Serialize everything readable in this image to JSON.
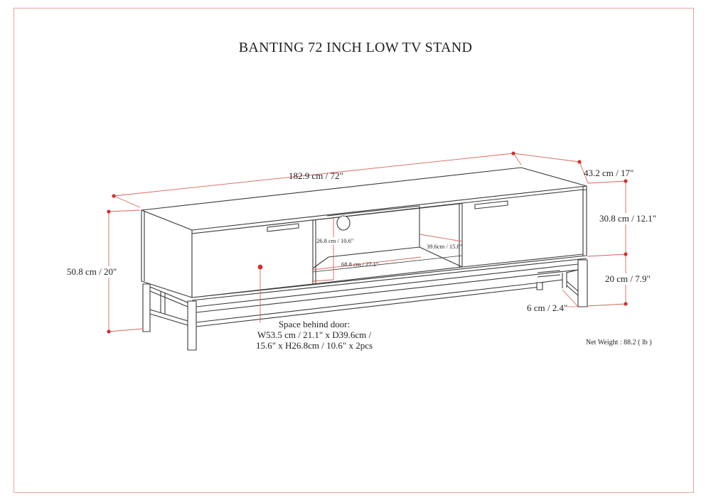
{
  "title": "BANTING 72 INCH LOW TV STAND",
  "dimensions": {
    "width": "182.9 cm / 72\"",
    "depth": "43.2 cm / 17\"",
    "total_height": "50.8 cm / 20\"",
    "cabinet_height": "30.8 cm / 12.1\"",
    "leg_height": "20 cm / 7.9\"",
    "leg_width": "6 cm / 2.4\"",
    "open_shelf_height": "26.8 cm / 10.6\"",
    "open_shelf_width": "68.8 cm / 27.1\"",
    "open_shelf_depth": "39.6cm / 15.6\""
  },
  "space_note": {
    "line1": "Space behind door:",
    "line2": "W53.5 cm / 21.1\" x D39.6cm /",
    "line3": "15.6\" x H26.8cm / 10.6\" x 2pcs"
  },
  "net_weight": "Net Weight : 88.2 ( lb )",
  "colors": {
    "line": "#3a3a3a",
    "dimension": "#d9645a",
    "dot": "#d0312d",
    "frame": "#e3a7a1"
  }
}
